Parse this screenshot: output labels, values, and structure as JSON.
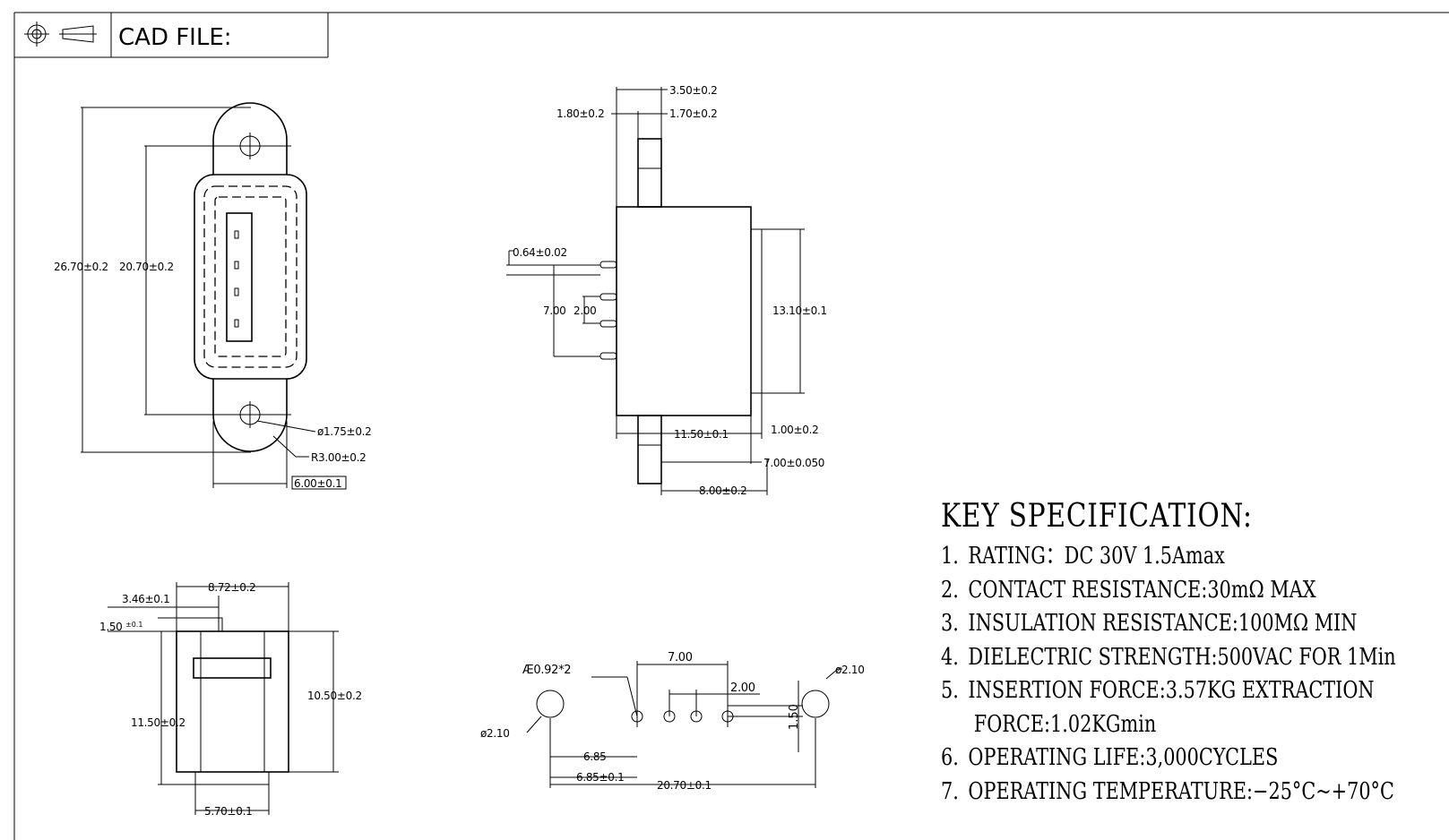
{
  "title_block": {
    "cad_label": "CAD FILE:"
  },
  "dims": {
    "d1": "26.70±0.2",
    "d2": "20.70±0.2",
    "d3": "ø1.75±0.2",
    "d4": "R3.00±0.2",
    "d5": "6.00±0.1",
    "d6": "3.50±0.2",
    "d7": "1.80±0.2",
    "d8": "1.70±0.2",
    "d9": "0.64±0.02",
    "d10": "7.00",
    "d11": "2.00",
    "d12": "13.10±0.1",
    "d13": "11.50±0.1",
    "d14": "1.00±0.2",
    "d15": "7.00±0.050",
    "d16": "8.00±0.2",
    "d17": "8.72±0.2",
    "d18": "3.46±0.1",
    "d19": "1.50",
    "d20": "±0.1",
    "d21": "10.50±0.2",
    "d22": "11.50±0.2",
    "d23": "5.70±0.1",
    "d24": "Æ0.92*2",
    "d25": "7.00",
    "d26": "2.00",
    "d27": "ø2.10",
    "d28": "ø2.10",
    "d29": "1.50",
    "d30": "6.85",
    "d31": "6.85±0.1",
    "d32": "20.70±0.1"
  },
  "spec": {
    "title": "KEY SPECIFICATION:",
    "items": [
      {
        "num": "1.",
        "text": "RATING：DC 30V   1.5Amax"
      },
      {
        "num": "2.",
        "text": "CONTACT RESISTANCE:30mΩ MAX"
      },
      {
        "num": "3.",
        "text": "INSULATION RESISTANCE:100MΩ MIN"
      },
      {
        "num": "4.",
        "text": "DIELECTRIC STRENGTH:500VAC FOR 1Min"
      },
      {
        "num": "5.",
        "text": "INSERTION FORCE:3.57KG EXTRACTION"
      },
      {
        "num": "",
        "text": "FORCE:1.02KGmin"
      },
      {
        "num": "6.",
        "text": "OPERATING LIFE:3,000CYCLES"
      },
      {
        "num": "7.",
        "text": "OPERATING TEMPERATURE:−25°C~+70°C"
      }
    ]
  }
}
